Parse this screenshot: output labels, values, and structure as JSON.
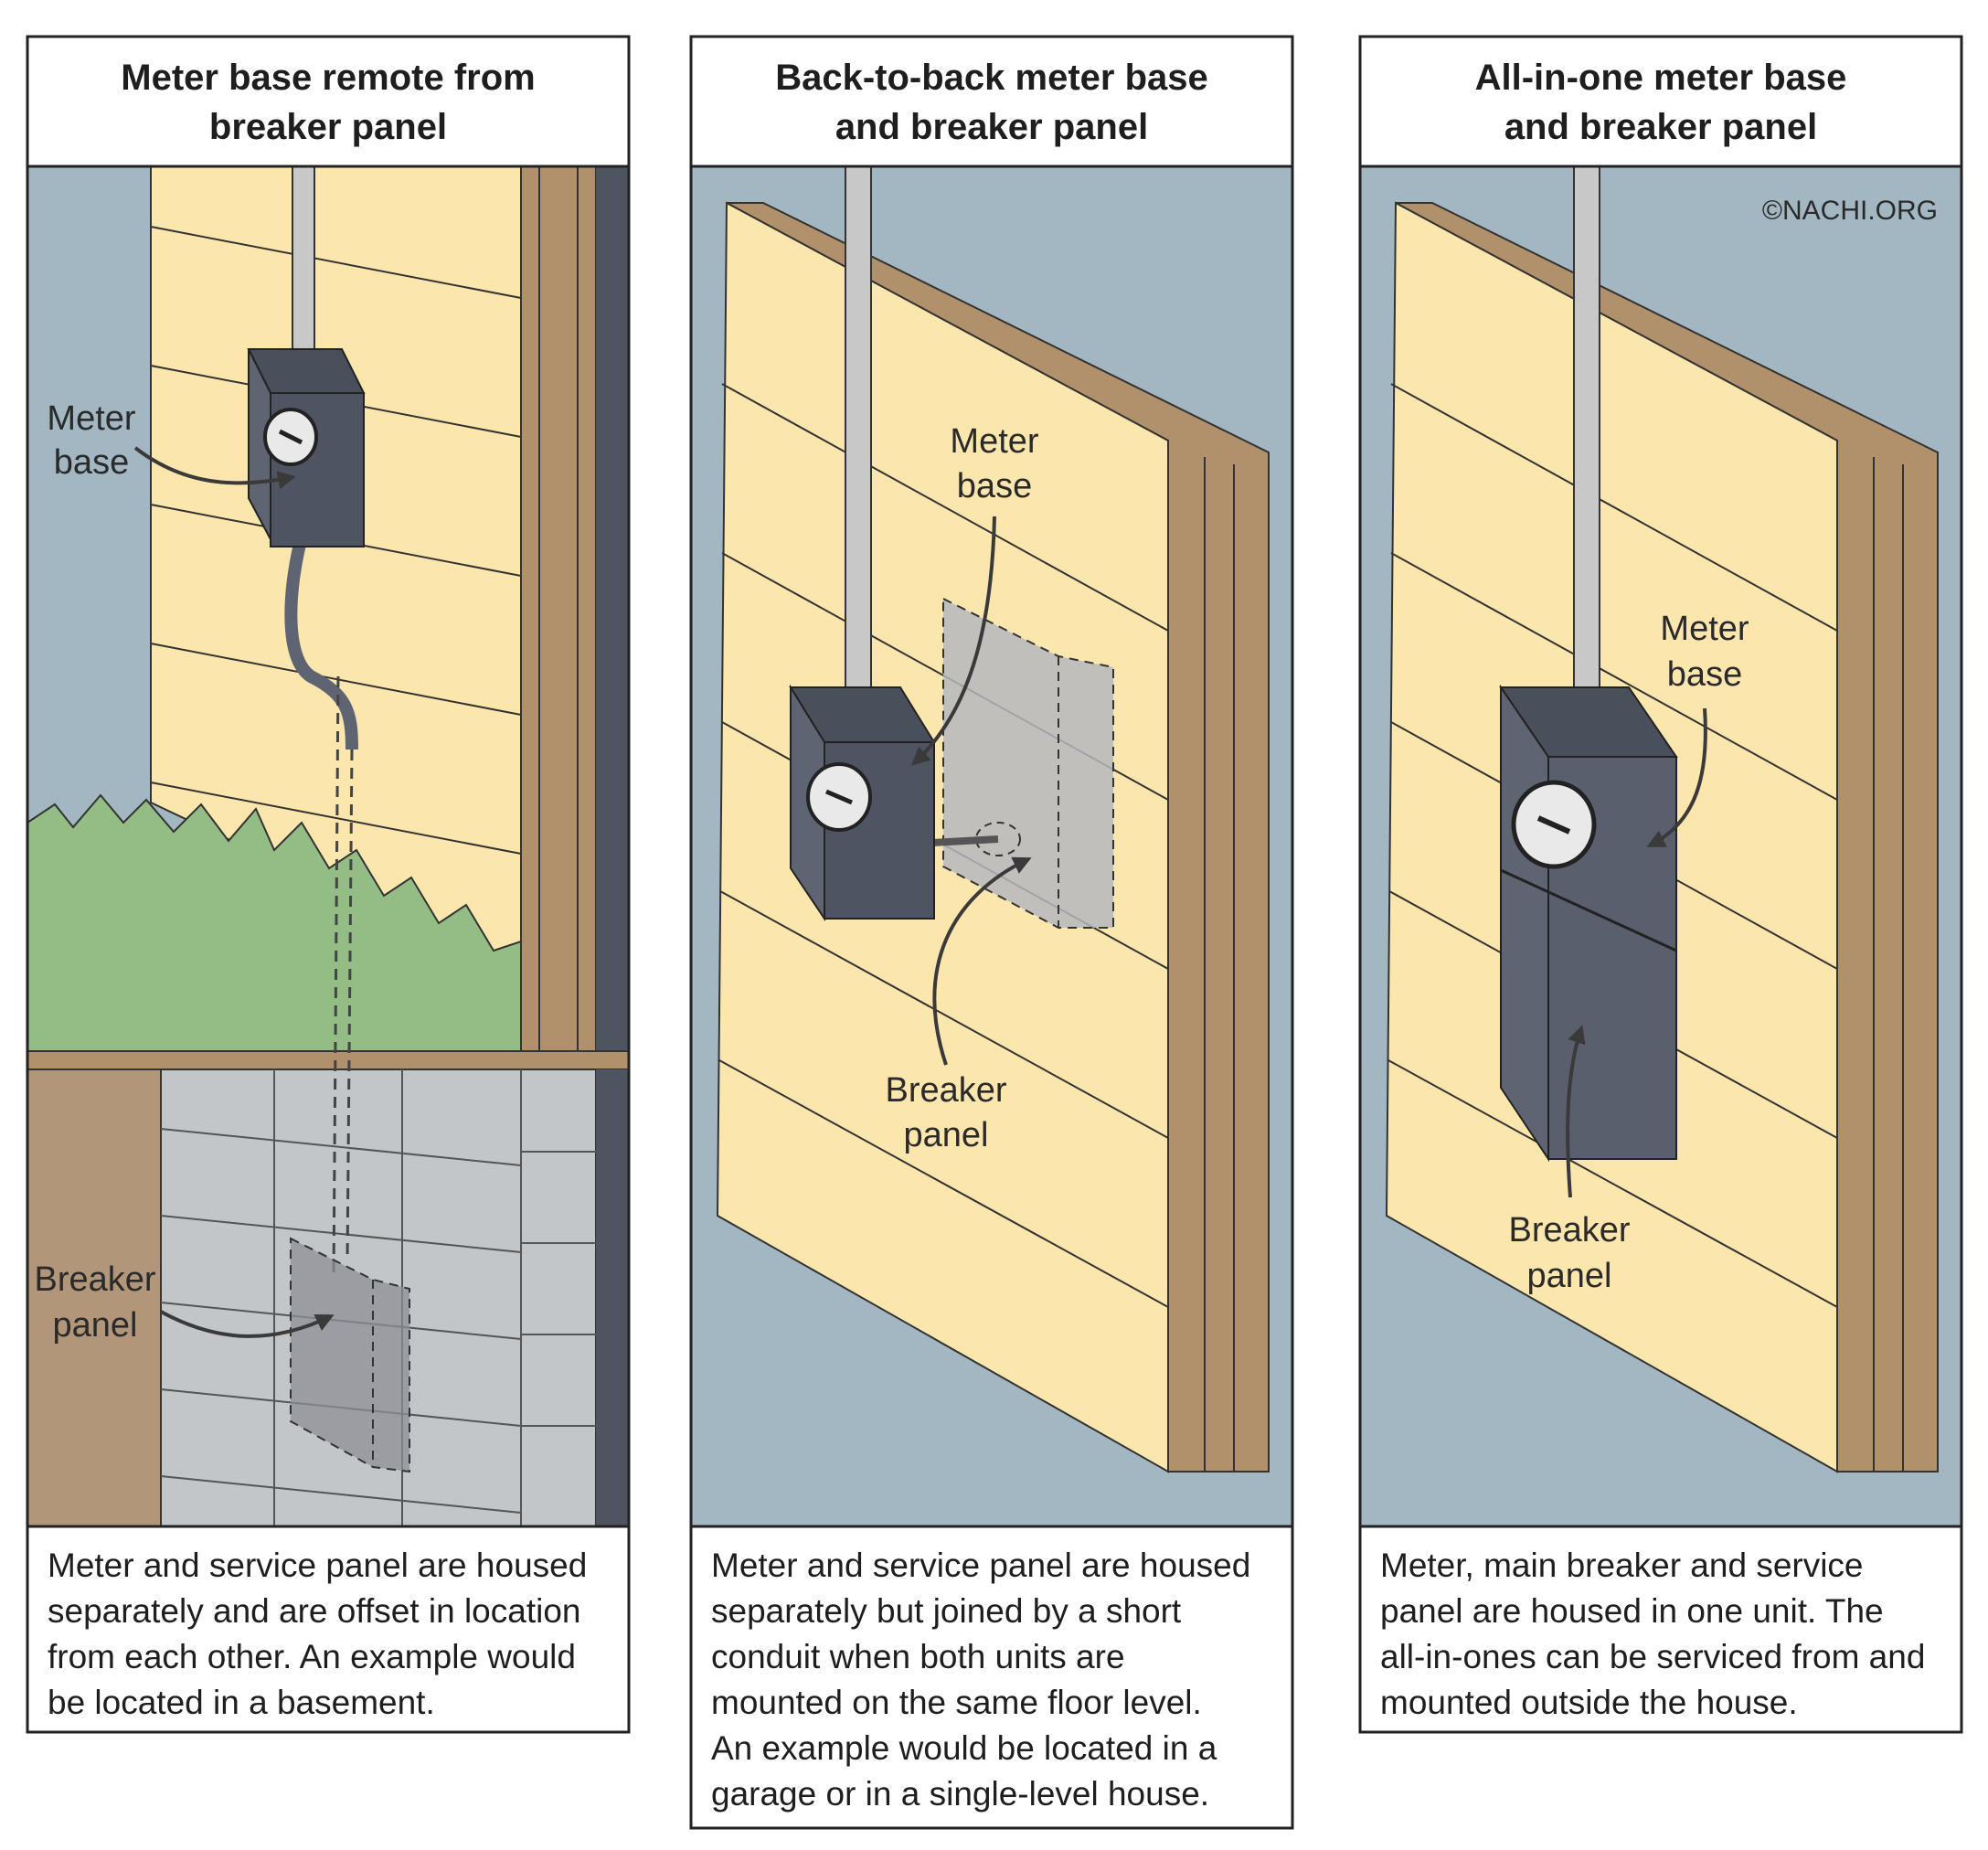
{
  "credit": "©NACHI.ORG",
  "colors": {
    "sky": "#a2b7c1",
    "siding": "#fbe7ad",
    "trim": "#b0916b",
    "box": "#5f6473",
    "grass": "#93bd85",
    "block": "#c3c6c9"
  },
  "panels": [
    {
      "title_lines": [
        "Meter base remote from",
        "breaker panel"
      ],
      "labels": [
        {
          "lines": [
            "Meter",
            "base"
          ]
        },
        {
          "lines": [
            "Breaker",
            "panel"
          ]
        }
      ],
      "caption_lines": [
        "Meter and service panel are housed",
        "separately and are offset in location",
        "from each other.  An example would",
        "be located in a basement."
      ]
    },
    {
      "title_lines": [
        "Back-to-back meter base",
        "and breaker panel"
      ],
      "labels": [
        {
          "lines": [
            "Meter",
            "base"
          ]
        },
        {
          "lines": [
            "Breaker",
            "panel"
          ]
        }
      ],
      "caption_lines": [
        "Meter and service panel are housed",
        "separately but joined by a short",
        "conduit when both units are",
        "mounted on the same floor level.",
        "An example would be located in a",
        "garage or in a single-level house."
      ]
    },
    {
      "title_lines": [
        "All-in-one meter base",
        "and breaker panel"
      ],
      "labels": [
        {
          "lines": [
            "Meter",
            "base"
          ]
        },
        {
          "lines": [
            "Breaker",
            "panel"
          ]
        }
      ],
      "caption_lines": [
        "Meter, main breaker and service",
        "panel are housed in one unit. The",
        "all-in-ones can be serviced from and",
        "mounted outside the house."
      ]
    }
  ]
}
